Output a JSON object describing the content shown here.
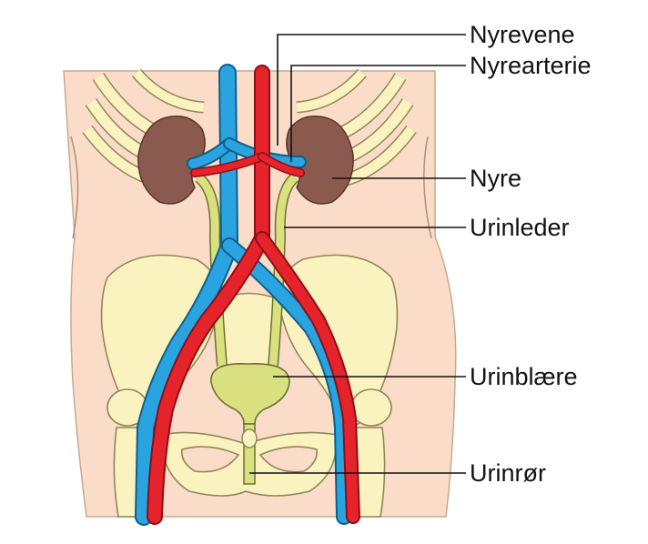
{
  "labels": {
    "nyrevene": "Nyrevene",
    "nyrearterie": "Nyrearterie",
    "nyre": "Nyre",
    "urinleder": "Urinleder",
    "urinblaere": "Urinblære",
    "urinror": "Urinrør"
  },
  "colors": {
    "skin": "#fadcc8",
    "bone": "#fbf3bf",
    "bone_outline": "#8f8758",
    "kidney": "#8b5a4e",
    "vein": "#2aa4e0",
    "artery": "#e5232b",
    "urinary": "#d8e080",
    "text": "#111111"
  }
}
